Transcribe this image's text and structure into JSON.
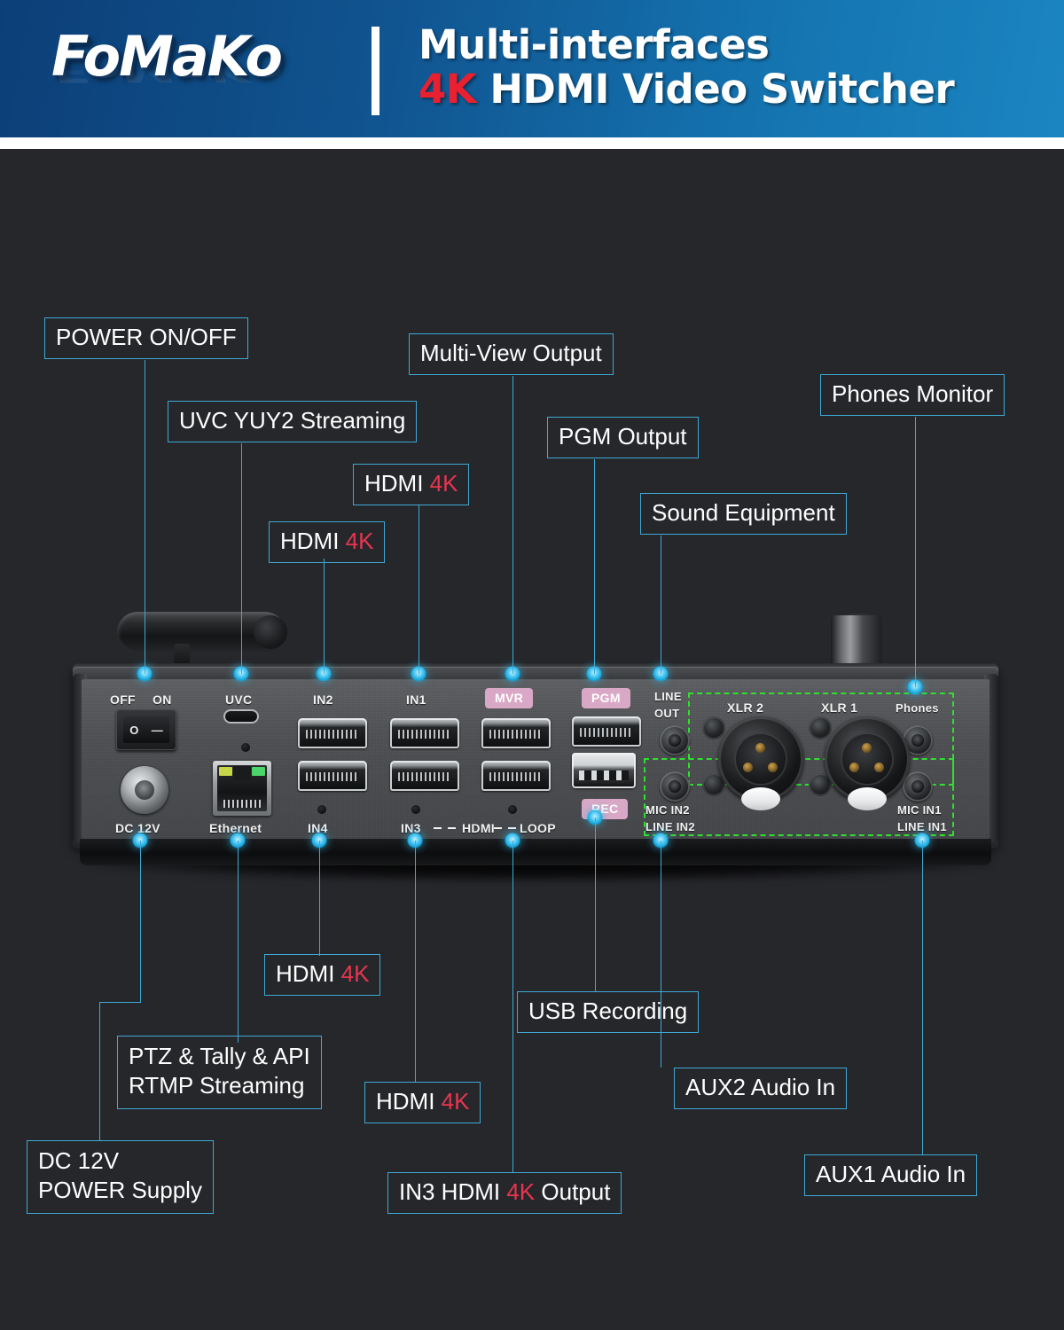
{
  "header": {
    "brand": "FoMaKo",
    "title_line1": "Multi-interfaces",
    "title_4k": "4K",
    "title_rest": " HDMI Video Switcher",
    "accent_blue": "#10538f",
    "accent_red": "#e8202f"
  },
  "device": {
    "port_labels": {
      "off": "OFF",
      "on": "ON",
      "uvc": "UVC",
      "in2": "IN2",
      "in1": "IN1",
      "mvr": "MVR",
      "pgm": "PGM",
      "rec": "REC",
      "line_out_1": "LINE",
      "line_out_2": "OUT",
      "xlr2": "XLR 2",
      "xlr1": "XLR 1",
      "phones": "Phones",
      "dc12v": "DC 12V",
      "ethernet": "Ethernet",
      "in4": "IN4",
      "in3": "IN3",
      "hdmi": "HDMI",
      "loop": "LOOP",
      "mic_in2": "MIC IN2",
      "line_in2": "LINE IN2",
      "mic_in1": "MIC IN1",
      "line_in1": "LINE IN1"
    },
    "rocker": {
      "off_symbol": "O",
      "on_symbol": "—"
    },
    "badge_color": "#d9a8c6"
  },
  "callouts": {
    "power_onoff": "POWER ON/OFF",
    "uvc_streaming": "UVC YUY2 Streaming",
    "hdmi_in2": {
      "text": "HDMI ",
      "k": "4K"
    },
    "hdmi_in1": {
      "text": "HDMI ",
      "k": "4K"
    },
    "multiview": "Multi-View Output",
    "pgm_output": "PGM Output",
    "sound_equipment": "Sound Equipment",
    "phones_monitor": "Phones Monitor",
    "hdmi_in4": {
      "text": "HDMI ",
      "k": "4K"
    },
    "ptz_tally_line1": "PTZ & Tally & API",
    "ptz_tally_line2": "RTMP Streaming",
    "dc_power_line1": "DC 12V",
    "dc_power_line2": "POWER Supply",
    "hdmi_in3": {
      "text": "HDMI ",
      "k": "4K"
    },
    "in3_output": {
      "pre": "IN3 HDMI ",
      "k": "4K",
      "post": " Output"
    },
    "usb_recording": "USB Recording",
    "aux2_audio": "AUX2 Audio In",
    "aux1_audio": "AUX1 Audio In"
  },
  "colors": {
    "callout_border": "#3fa9d4",
    "callout_text": "#ffffff",
    "red_accent": "#e8354f",
    "dot_glow": "#15a9e0",
    "green_dash": "#2fe02f",
    "background": "#26272b"
  }
}
